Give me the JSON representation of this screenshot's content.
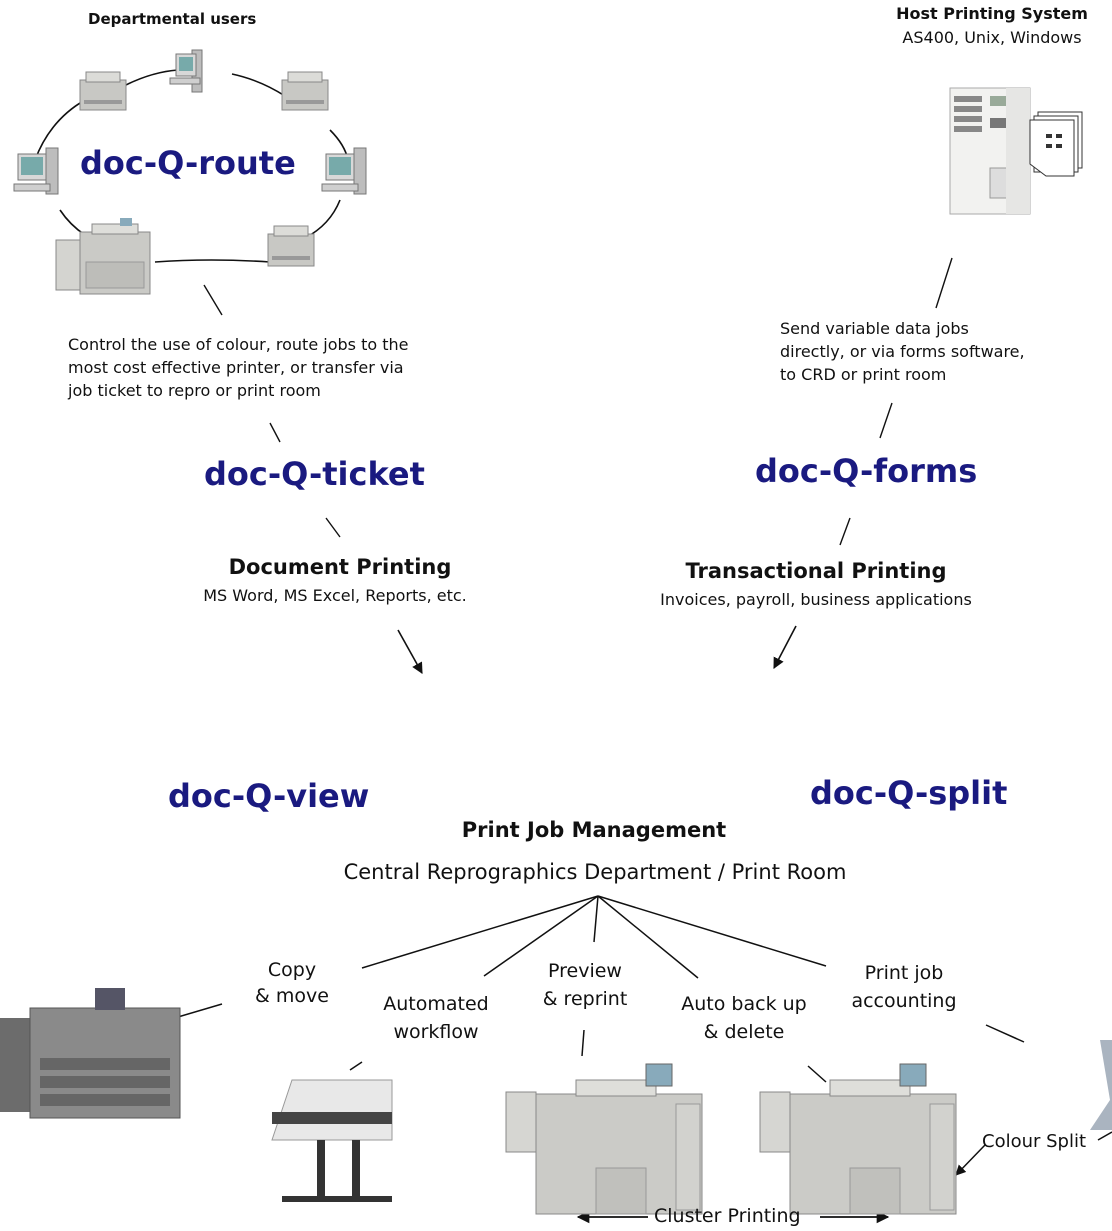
{
  "top_left": {
    "group_title": "Departmental users",
    "product": "doc-Q-route",
    "description": [
      "Control the use of colour, route jobs to the",
      "most cost effective printer, or transfer via",
      "job ticket to repro or print room"
    ]
  },
  "top_right": {
    "title": "Host Printing System",
    "subtitle": "AS400, Unix, Windows",
    "description": [
      "Send variable data jobs",
      "directly, or via forms software,",
      "to CRD or print room"
    ]
  },
  "ticket": {
    "product": "doc-Q-ticket",
    "title": "Document Printing",
    "subtitle": "MS Word, MS Excel, Reports, etc."
  },
  "forms": {
    "product": "doc-Q-forms",
    "title": "Transactional Printing",
    "subtitle": "Invoices, payroll, business applications"
  },
  "view": {
    "product": "doc-Q-view"
  },
  "split": {
    "product": "doc-Q-split"
  },
  "management": {
    "title": "Print Job Management",
    "subtitle": "Central Reprographics Department / Print Room"
  },
  "functions": {
    "copy": [
      "Copy",
      "& move"
    ],
    "workflow": [
      "Automated",
      "workflow"
    ],
    "preview": [
      "Preview",
      "& reprint"
    ],
    "backup": [
      "Auto back up",
      "& delete"
    ],
    "accounting": [
      "Print job",
      "accounting"
    ]
  },
  "colour_split": "Colour Split",
  "cluster": "Cluster Printing",
  "colors": {
    "brand": "#1a1a80",
    "line": "#111111",
    "device": "#c8c8c4"
  }
}
